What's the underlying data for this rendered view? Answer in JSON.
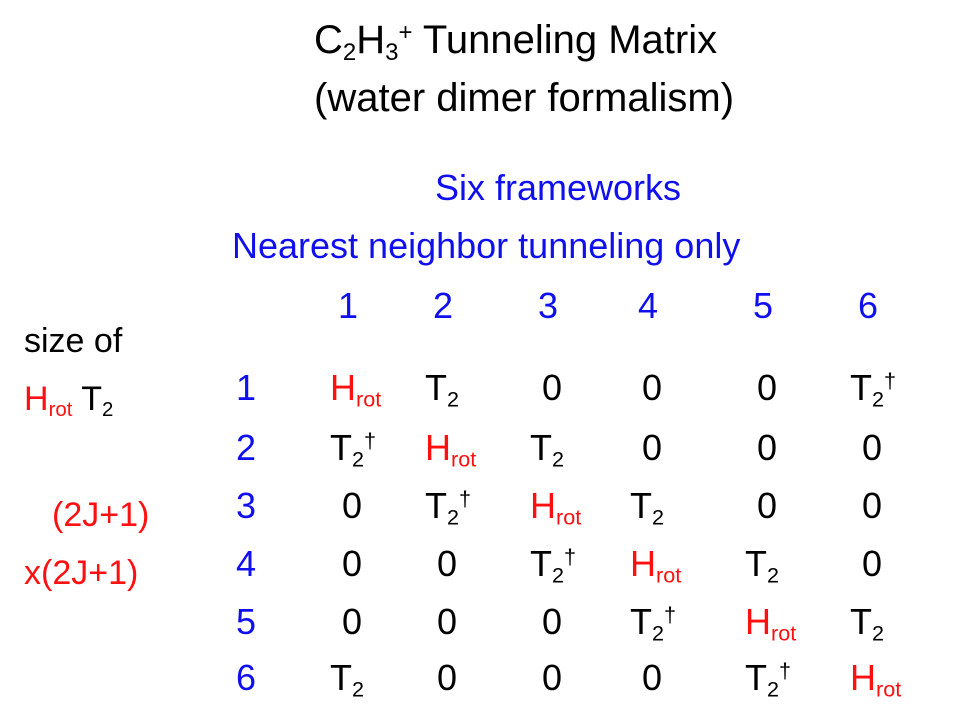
{
  "title": {
    "line1_prefix": "C",
    "line1_sub1": "2",
    "line1_h": "H",
    "line1_sub2": "3",
    "line1_sup": "+",
    "line1_rest": " Tunneling Matrix",
    "line2": "(water dimer formalism)"
  },
  "subtitle": {
    "line1": "Six frameworks",
    "line2": "Nearest neighbor tunneling only"
  },
  "side_note": {
    "line1": "size of",
    "hrot_H": "H",
    "hrot_sub": "rot",
    "t2_T": "T",
    "t2_sub": "2",
    "dim1": "(2J+1)",
    "dim2": "x(2J+1)"
  },
  "column_headers": [
    "1",
    "2",
    "3",
    "4",
    "5",
    "6"
  ],
  "row_labels": [
    "1",
    "2",
    "3",
    "4",
    "5",
    "6"
  ],
  "symbols": {
    "H": "H",
    "rot": "rot",
    "T": "T",
    "two": "2",
    "dagger": "†",
    "zero": "0"
  },
  "colors": {
    "accent_blue": "#1010ee",
    "accent_red": "#ff1010",
    "text": "#000000"
  }
}
